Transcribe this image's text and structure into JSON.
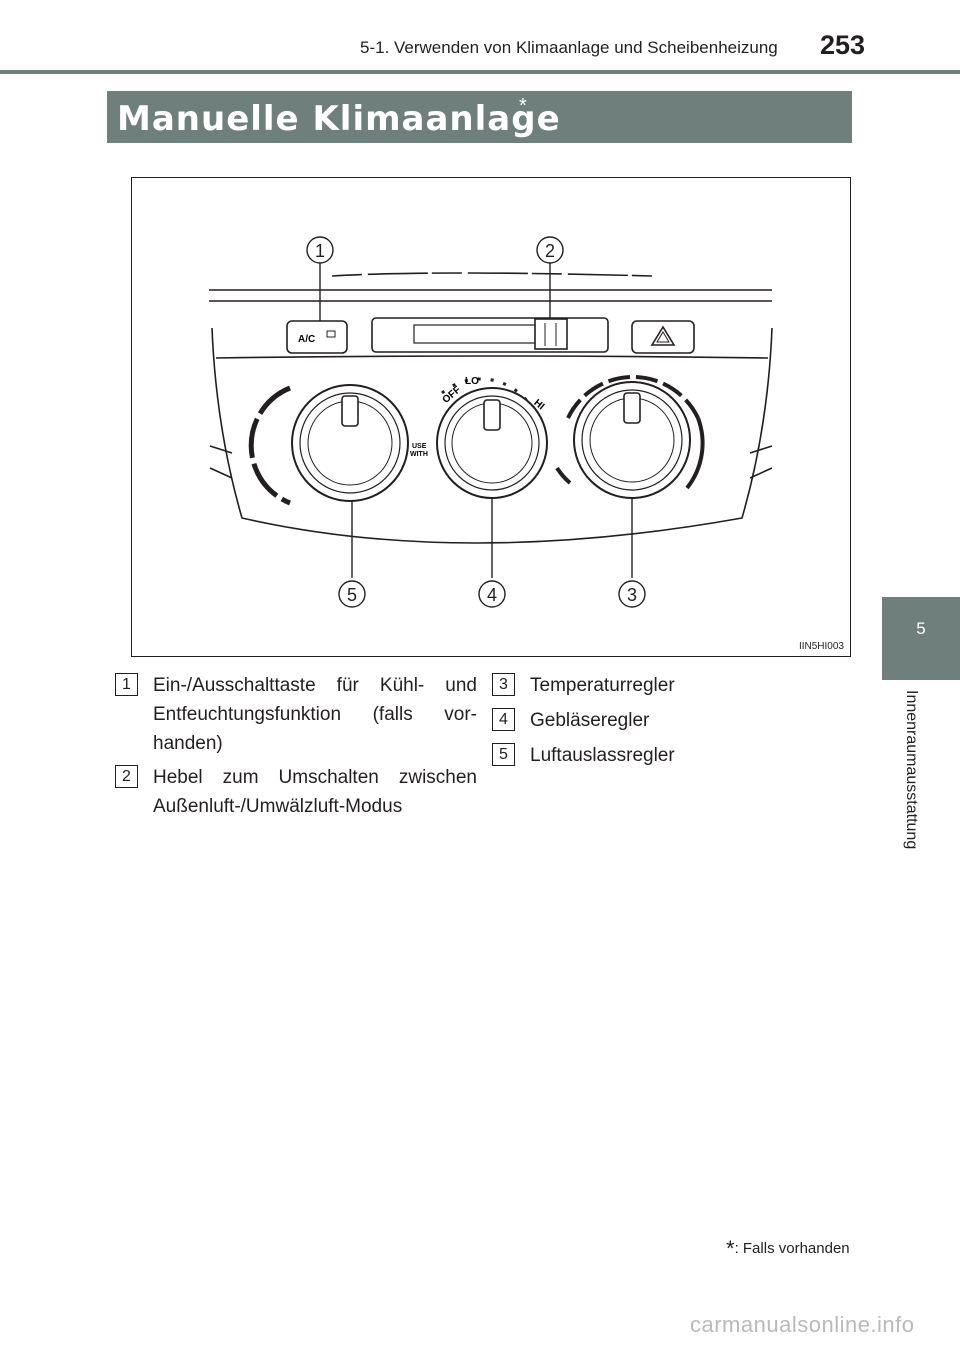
{
  "header": {
    "section": "5-1. Verwenden von Klimaanlage und Scheibenheizung",
    "page_number": "253"
  },
  "title": {
    "text": "Manuelle Klimaanlage",
    "marker": "*"
  },
  "side_tab": {
    "number": "5",
    "label": "Innenraumausstattung"
  },
  "figure": {
    "code": "IIN5HI003",
    "callouts": [
      "1",
      "2",
      "3",
      "4",
      "5"
    ],
    "labels": {
      "ac": "A/C",
      "off": "OFF",
      "lo": "LO",
      "hi": "HI",
      "use": "USE",
      "with": "WITH"
    }
  },
  "items": [
    {
      "num": "1",
      "text": "Ein-/Ausschalttaste für Kühl- und Entfeuchtungsfunktion (falls vor-handen)"
    },
    {
      "num": "2",
      "text": "Hebel zum Umschalten zwischen Außenluft-/Umwälzluft-Modus"
    },
    {
      "num": "3",
      "text": "Temperaturregler"
    },
    {
      "num": "4",
      "text": "Gebläseregler"
    },
    {
      "num": "5",
      "text": "Luftauslassregler"
    }
  ],
  "footnote": {
    "marker": "*",
    "text": ": Falls vorhanden"
  },
  "watermark": "carmanualsonline.info",
  "colors": {
    "accent": "#6f7f7c"
  }
}
